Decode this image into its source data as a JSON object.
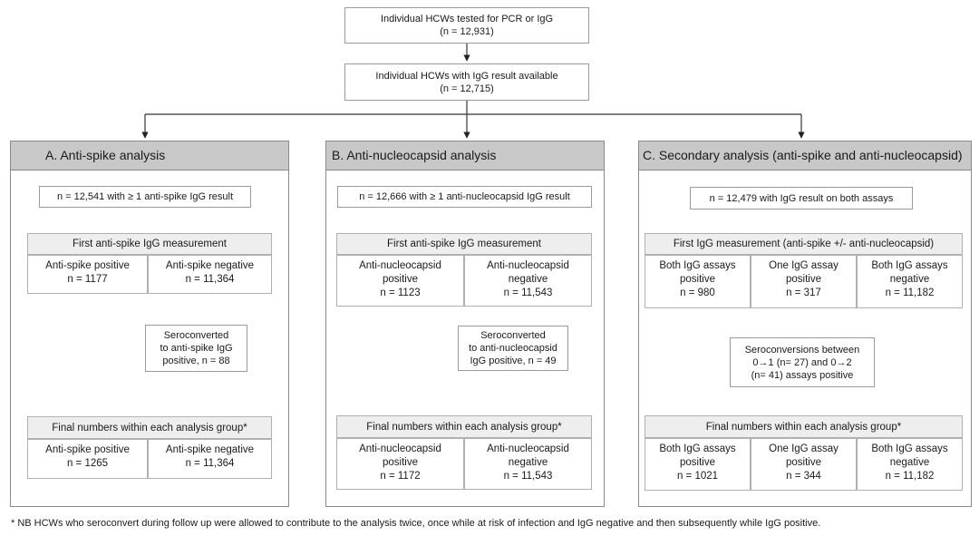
{
  "top": {
    "box1": [
      "Individual HCWs tested for PCR or IgG",
      "(n = 12,931)"
    ],
    "box2": [
      "Individual HCWs with IgG result available",
      "(n = 12,715)"
    ]
  },
  "panel_a": {
    "title": "A. Anti-spike analysis",
    "start": "n = 12,541 with ≥ 1 anti-spike IgG result",
    "first": "First anti-spike IgG measurement",
    "pos": [
      "Anti-spike positive",
      "n = 1177"
    ],
    "neg": [
      "Anti-spike negative",
      "n = 11,364"
    ],
    "sero": [
      "Seroconverted",
      "to anti-spike IgG",
      "positive, n = 88"
    ],
    "final": "Final numbers within each analysis group*",
    "fpos": [
      "Anti-spike positive",
      "n = 1265"
    ],
    "fneg": [
      "Anti-spike negative",
      "n = 11,364"
    ]
  },
  "panel_b": {
    "title": "B. Anti-nucleocapsid analysis",
    "start": "n = 12,666 with ≥ 1 anti-nucleocapsid IgG result",
    "first": "First anti-spike IgG measurement",
    "pos": [
      "Anti-nucleocapsid",
      "positive",
      "n = 1123"
    ],
    "neg": [
      "Anti-nucleocapsid",
      "negative",
      "n = 11,543"
    ],
    "sero": [
      "Seroconverted",
      "to anti-nucleocapsid",
      "IgG  positive, n = 49"
    ],
    "final": "Final numbers within each analysis group*",
    "fpos": [
      "Anti-nucleocapsid",
      "positive",
      "n = 1172"
    ],
    "fneg": [
      "Anti-nucleocapsid",
      "negative",
      "n = 11,543"
    ]
  },
  "panel_c": {
    "title": "C. Secondary analysis (anti-spike and anti-nucleocapsid)",
    "start": "n = 12,479 with IgG result on both assays",
    "first": "First IgG measurement (anti-spike +/- anti-nucleocapsid)",
    "both": [
      "Both IgG assays",
      "positive",
      "n = 980"
    ],
    "one": [
      "One IgG assay",
      "positive",
      "n = 317"
    ],
    "neg": [
      "Both IgG assays",
      "negative",
      "n = 11,182"
    ],
    "sero": [
      "Seroconversions between",
      "0→1 (n= 27) and 0→2",
      "(n= 41) assays positive"
    ],
    "final": "Final numbers within each analysis group*",
    "fboth": [
      "Both IgG assays",
      "positive",
      "n = 1021"
    ],
    "fone": [
      "One IgG assay",
      "positive",
      "n = 344"
    ],
    "fneg": [
      "Both IgG assays",
      "negative",
      "n = 11,182"
    ]
  },
  "footnote": "* NB HCWs who seroconvert during follow up were allowed to contribute to the analysis twice, once while at risk of infection and IgG negative and then subsequently while IgG positive."
}
